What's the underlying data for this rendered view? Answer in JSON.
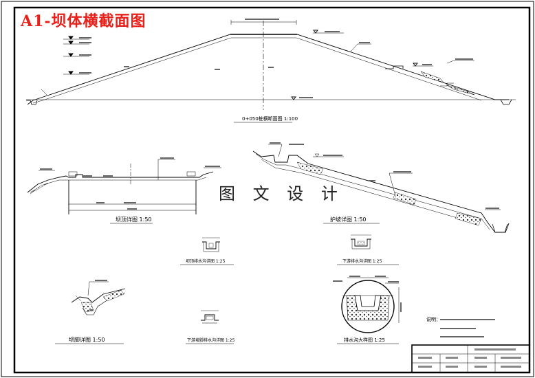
{
  "sheet": {
    "title": "A1-坝体横截面图",
    "watermark": "图 文 设 计"
  },
  "main_section": {
    "caption": "0+050桩横断面图 1:100"
  },
  "details": {
    "crest_caption": "坝顶详图 1:50",
    "slope_caption": "护坡详图 1:50",
    "drain_a_caption": "坝顶排水沟详图 1:25",
    "drain_b_caption": "下游排水沟详图 1:25",
    "toe_caption": "坝脚详图 1:50",
    "drain_c_caption": "下游坡脚排水沟详图 1:25",
    "circle_caption": "排水沟大样图 1:25"
  },
  "notes": {
    "label": "说明："
  },
  "colors": {
    "line": "#000000",
    "title_red": "#e8201a",
    "stone": "#555555"
  }
}
